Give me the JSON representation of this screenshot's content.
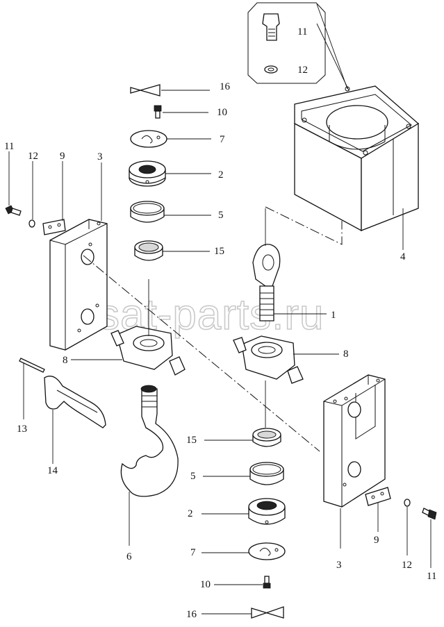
{
  "watermark": "ansat-parts.ru",
  "labels": {
    "l16_top": "16",
    "l10_top": "10",
    "l7_top": "7",
    "l2_top": "2",
    "l5_top": "5",
    "l15_top": "15",
    "l11_inset": "11",
    "l12_inset": "12",
    "l4": "4",
    "l1": "1",
    "l11_left": "11",
    "l12_left": "12",
    "l9_left": "9",
    "l3_left": "3",
    "l8_left": "8",
    "l8_right": "8",
    "l13": "13",
    "l14": "14",
    "l6": "6",
    "l15_bot": "15",
    "l5_bot": "5",
    "l2_bot": "2",
    "l7_bot": "7",
    "l10_bot": "10",
    "l16_bot": "16",
    "l3_right": "3",
    "l9_right": "9",
    "l12_right": "12",
    "l11_right": "11"
  }
}
